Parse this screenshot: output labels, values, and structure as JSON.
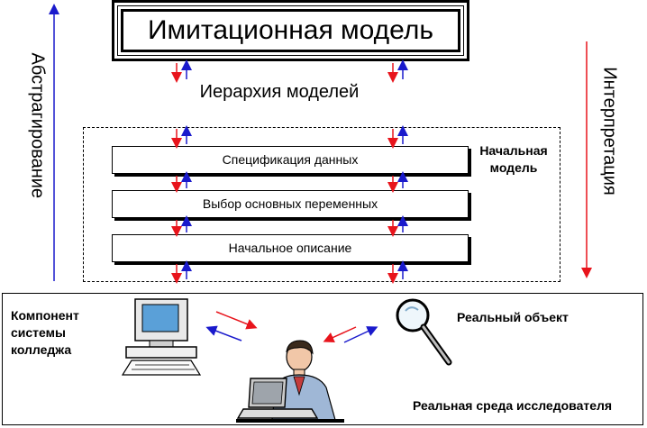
{
  "top": {
    "title": "Имитационная модель"
  },
  "hierarchy_label": "Иерархия моделей",
  "stages": [
    {
      "label": "Спецификация данных"
    },
    {
      "label": "Выбор основных переменных"
    },
    {
      "label": "Начальное описание"
    }
  ],
  "initial_model": {
    "line1": "Начальная",
    "line2": "модель"
  },
  "side": {
    "left": "Абстрагирование",
    "right": "Интерпретация"
  },
  "bottom": {
    "component_line1": "Компонент",
    "component_line2": "системы",
    "component_line3": "колледжа",
    "real_object": "Реальный объект",
    "environment": "Реальная среда исследователя"
  },
  "colors": {
    "red": "#e8141c",
    "blue": "#1a1acc",
    "monitor": "#5aa0d8"
  },
  "icons": [
    "computer-icon",
    "magnifier-icon",
    "person-at-laptop-icon"
  ]
}
